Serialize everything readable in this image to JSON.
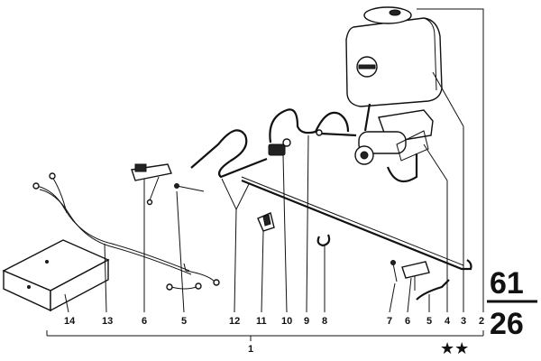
{
  "callouts": [
    {
      "id": "14",
      "label": "14"
    },
    {
      "id": "13",
      "label": "13"
    },
    {
      "id": "6a",
      "label": "6"
    },
    {
      "id": "5a",
      "label": "5"
    },
    {
      "id": "12",
      "label": "12"
    },
    {
      "id": "11",
      "label": "11"
    },
    {
      "id": "10",
      "label": "10"
    },
    {
      "id": "9",
      "label": "9"
    },
    {
      "id": "8",
      "label": "8"
    },
    {
      "id": "7",
      "label": "7"
    },
    {
      "id": "6b",
      "label": "6"
    },
    {
      "id": "5b",
      "label": "5"
    },
    {
      "id": "4",
      "label": "4"
    },
    {
      "id": "3",
      "label": "3"
    },
    {
      "id": "2",
      "label": "2"
    },
    {
      "id": "1",
      "label": "1"
    }
  ],
  "group": {
    "top": "61",
    "bottom": "26"
  },
  "stars": "★★",
  "colors": {
    "ink": "#111111",
    "background": "#ffffff"
  }
}
